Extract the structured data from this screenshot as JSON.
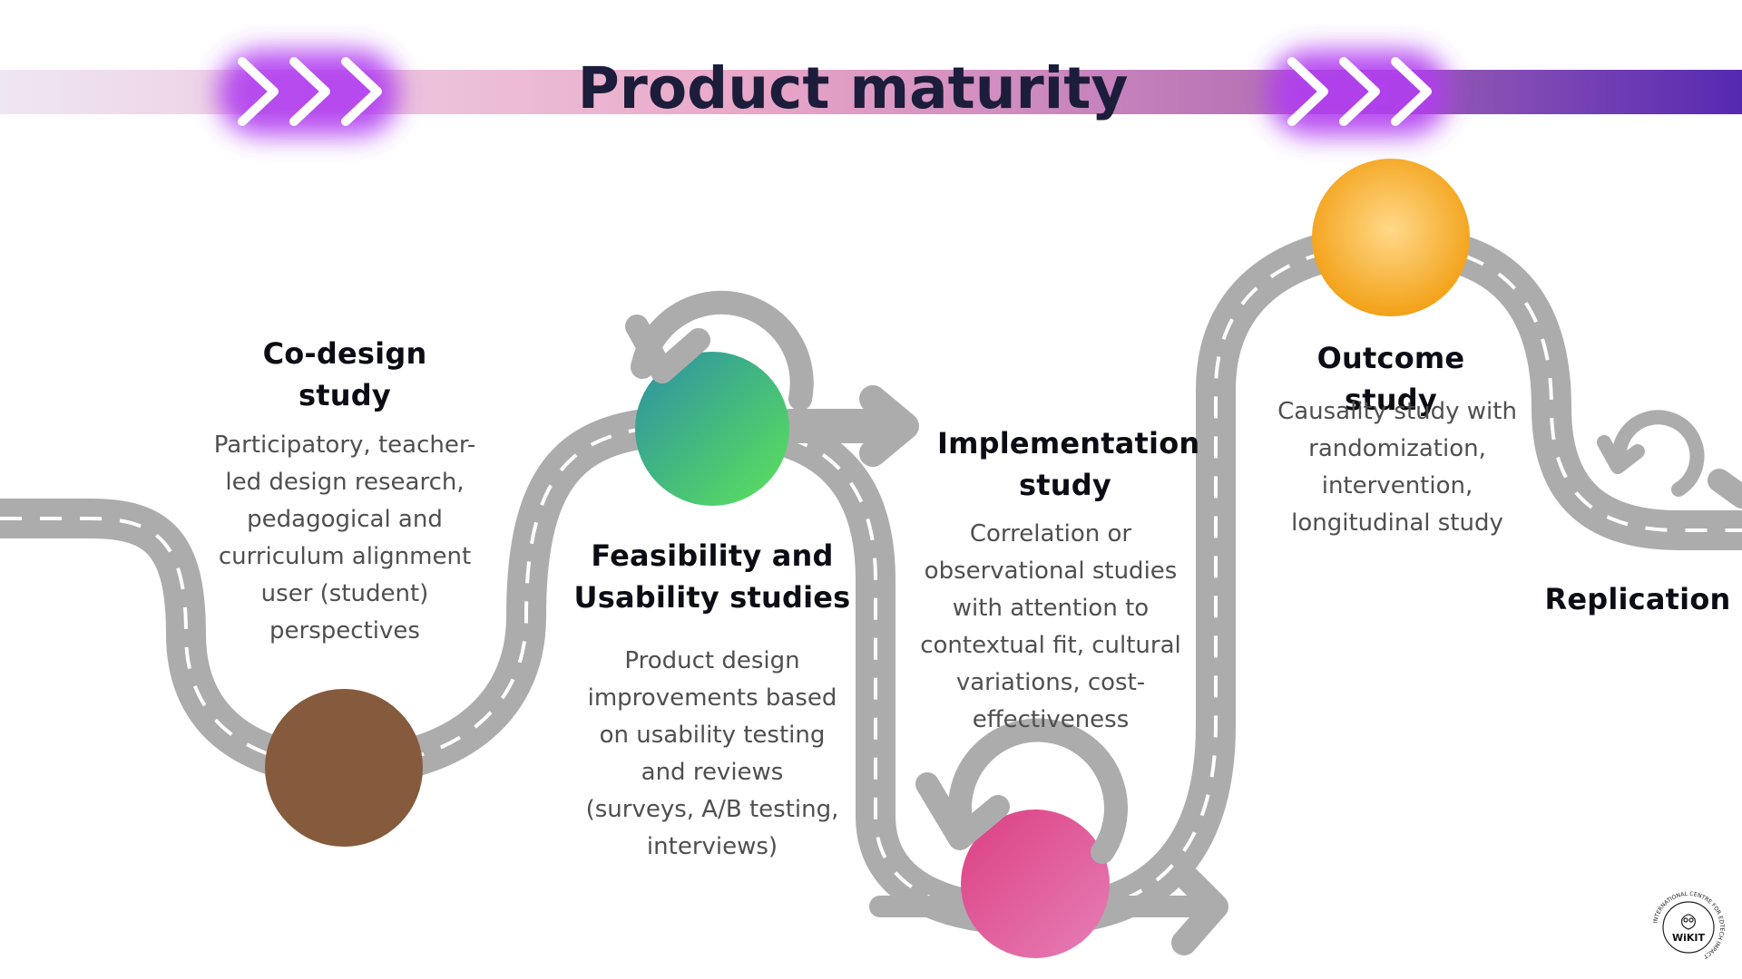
{
  "banner": {
    "title": "Product maturity",
    "gradient_colors": [
      "#efe6f3",
      "#eaa9c8",
      "#b873b6",
      "#5529b2"
    ],
    "chevron_glow_color": "#b13cf0"
  },
  "stages": [
    {
      "title": "Co-design study",
      "description": "Participatory, teacher-led design research, pedagogical and curriculum alignment user (student) perspectives",
      "marker_color": "#855a3d"
    },
    {
      "title": "Feasibility and Usability studies",
      "description": "Product design improvements based on usability testing and reviews (surveys, A/B testing, interviews)",
      "marker_gradient": [
        "#2b8fa4",
        "#5de35a"
      ]
    },
    {
      "title": "Implementation study",
      "description": "Correlation or observational studies with attention to contextual fit, cultural variations, cost-effectiveness",
      "marker_gradient": [
        "#dc3f82",
        "#e67fb7"
      ]
    },
    {
      "title": "Outcome study",
      "description": "Causality study with randomization, intervention, longitudinal study",
      "marker_gradient": [
        "#f3a117",
        "#ffd98a"
      ]
    },
    {
      "title": "Replication",
      "description": ""
    }
  ],
  "road": {
    "color": "#acacac",
    "dash_color": "#ffffff"
  },
  "logo": {
    "text": "WiKIT",
    "ring_text": "INTERNATIONAL CENTRE FOR EDTECH IMPACT",
    "icon": "owl-icon"
  }
}
